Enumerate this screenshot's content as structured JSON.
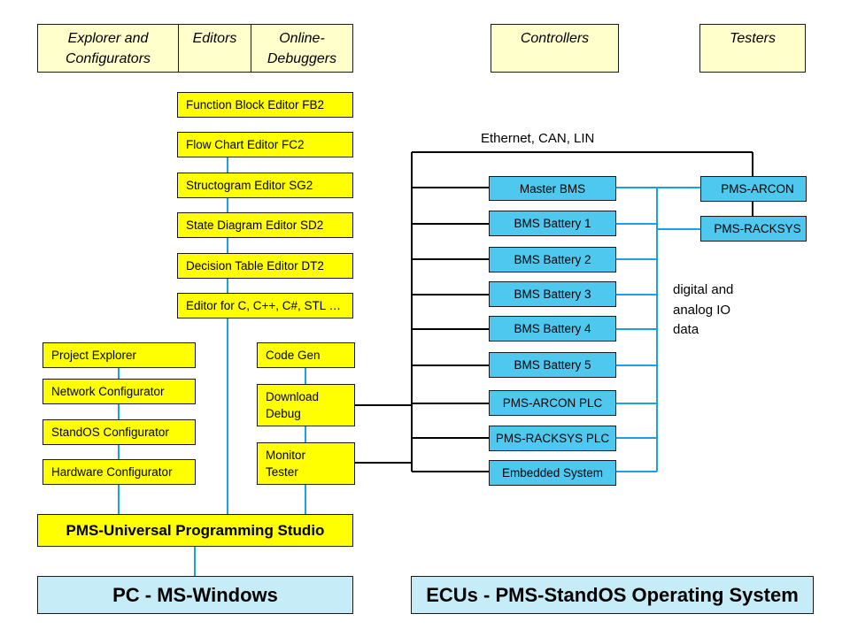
{
  "headers": {
    "explorer": "Explorer and Configurators",
    "editors": "Editors",
    "online_debuggers": "Online-Debuggers",
    "controllers": "Controllers",
    "testers": "Testers"
  },
  "editors": [
    "Function  Block Editor FB2",
    "Flow Chart Editor FC2",
    "Structogram  Editor SG2",
    "State Diagram Editor SD2",
    "Decision Table Editor DT2",
    "Editor for C, C++, C#, STL …"
  ],
  "configurators": [
    "Project Explorer",
    "Network  Configurator",
    "StandOS Configurator",
    "Hardware Configurator"
  ],
  "tools": {
    "code_gen": "Code Gen",
    "download_debug": "Download Debug",
    "monitor_tester": "Monitor Tester"
  },
  "studio": "PMS-Universal  Programming  Studio",
  "pc_windows": "PC - MS-Windows",
  "ecus": "ECUs - PMS-StandOS Operating System",
  "bus_label": "Ethernet, CAN, LIN",
  "io_label": "digital and analog IO data",
  "controllers": [
    "Master BMS",
    "BMS Battery 1",
    "BMS Battery  2",
    "BMS Battery 3",
    "BMS Battery 4",
    "BMS Battery 5",
    "PMS-ARCON PLC",
    "PMS-RACKSYS PLC",
    "Embedded System"
  ],
  "testers": [
    "PMS-ARCON",
    "PMS-RACKSYS"
  ],
  "colors": {
    "box_yellow": "#ffff00",
    "header_pale_yellow": "#ffffcc",
    "controller_blue": "#4fc8f0",
    "os_light_blue": "#c6ecf8",
    "io_wire_blue": "#1ba1e2",
    "black_wire": "#000000"
  }
}
